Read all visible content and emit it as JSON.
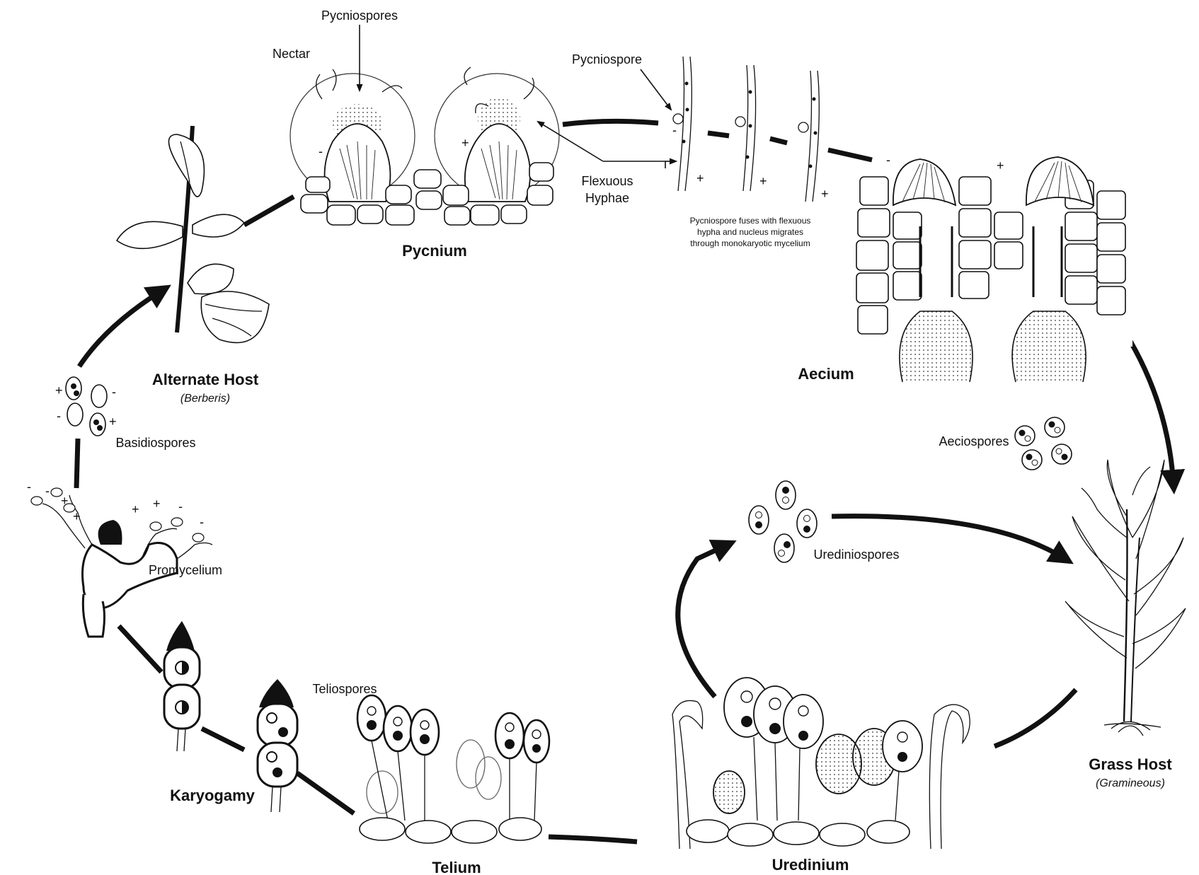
{
  "labels": {
    "pycniospores": "Pycniospores",
    "nectar": "Nectar",
    "pycniospore": "Pycniospore",
    "flexuous_1": "Flexuous",
    "flexuous_2": "Hyphae",
    "fuse_1": "Pycniospore fuses with flexuous",
    "fuse_2": "hypha and nucleus migrates",
    "fuse_3": "through monokaryotic mycelium",
    "pycnium": "Pycnium",
    "alternate_host": "Alternate Host",
    "berberis": "(Berberis)",
    "aecium": "Aecium",
    "aeciospores": "Aeciospores",
    "basidiospores": "Basidiospores",
    "promycelium": "Promycelium",
    "urediniospores": "Urediniospores",
    "grass_host": "Grass Host",
    "gramineous": "(Gramineous)",
    "karyogamy": "Karyogamy",
    "teliospores": "Teliospores",
    "telium": "Telium",
    "uredinium": "Uredinium"
  },
  "signs": {
    "plus": "+",
    "minus": "-"
  },
  "colors": {
    "ink": "#111111",
    "paper": "#ffffff"
  }
}
